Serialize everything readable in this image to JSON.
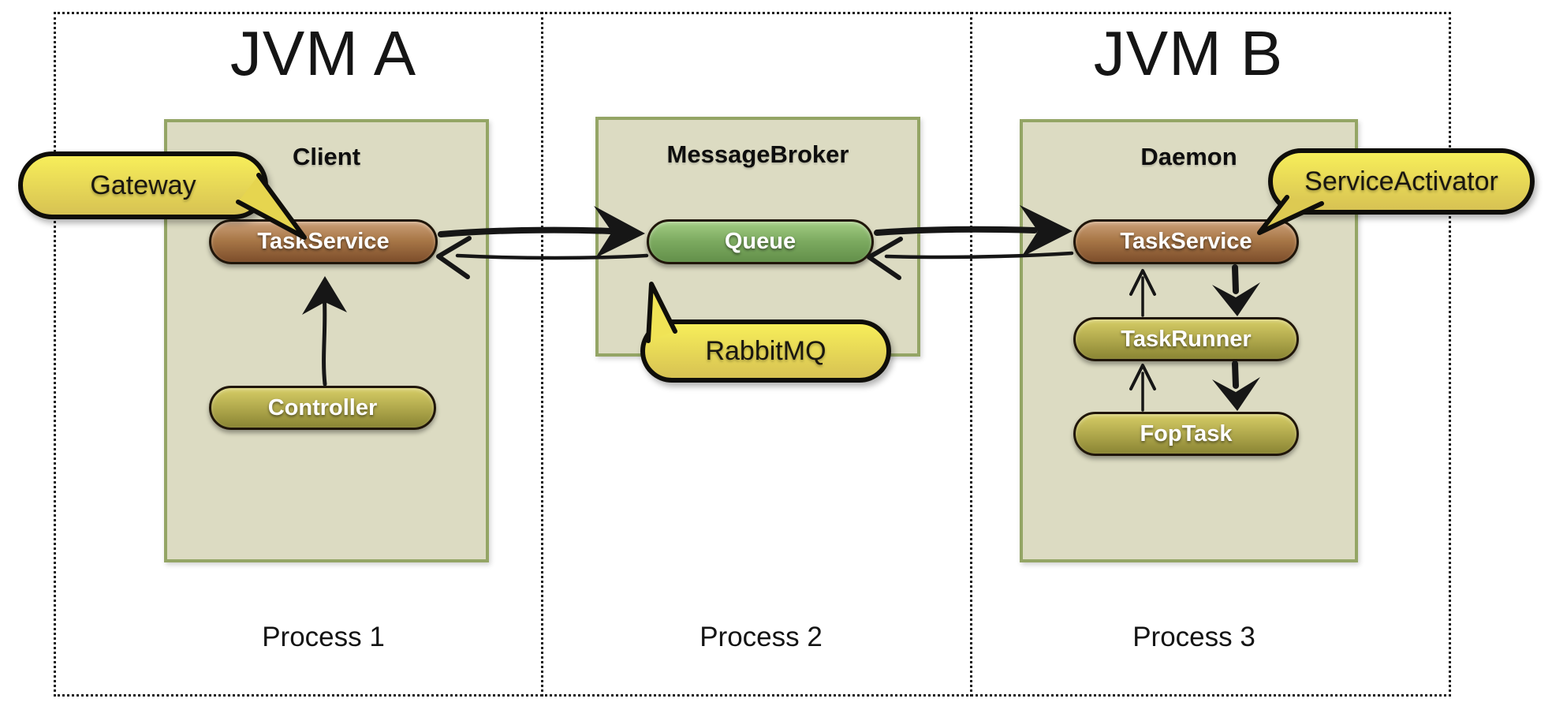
{
  "titles": {
    "jvm_a": "JVM A",
    "jvm_b": "JVM B"
  },
  "boxes": {
    "client": {
      "title": "Client"
    },
    "message_broker": {
      "title": "MessageBroker"
    },
    "daemon": {
      "title": "Daemon"
    }
  },
  "pills": {
    "task_service_a": {
      "label": "TaskService"
    },
    "controller": {
      "label": "Controller"
    },
    "queue": {
      "label": "Queue"
    },
    "task_service_b": {
      "label": "TaskService"
    },
    "task_runner": {
      "label": "TaskRunner"
    },
    "fop_task": {
      "label": "FopTask"
    }
  },
  "callouts": {
    "gateway": {
      "label": "Gateway"
    },
    "rabbitmq": {
      "label": "RabbitMQ"
    },
    "service_activator": {
      "label": "ServiceActivator"
    }
  },
  "process_labels": {
    "process1": "Process 1",
    "process2": "Process 2",
    "process3": "Process 3"
  },
  "connections": [
    {
      "from": "TaskService (Client)",
      "to": "Queue",
      "style": "thick-arrow"
    },
    {
      "from": "Queue",
      "to": "TaskService (Client)",
      "style": "thin-arrow"
    },
    {
      "from": "Queue",
      "to": "TaskService (Daemon)",
      "style": "thick-arrow"
    },
    {
      "from": "TaskService (Daemon)",
      "to": "Queue",
      "style": "thin-arrow"
    },
    {
      "from": "Controller",
      "to": "TaskService (Client)",
      "style": "up-arrow"
    },
    {
      "from": "TaskRunner",
      "to": "TaskService (Daemon)",
      "style": "up-arrow"
    },
    {
      "from": "TaskService (Daemon)",
      "to": "TaskRunner",
      "style": "down-arrow"
    },
    {
      "from": "FopTask",
      "to": "TaskRunner",
      "style": "up-arrow"
    },
    {
      "from": "TaskRunner",
      "to": "FopTask",
      "style": "down-arrow"
    }
  ],
  "colors": {
    "box_fill": "#dcdbc2",
    "box_border": "#94a565",
    "pill_brown_top": "#cb9f78",
    "pill_brown_bottom": "#7d4e2b",
    "pill_green_top": "#a2cc82",
    "pill_green_bottom": "#63904a",
    "pill_olive_top": "#d6cd66",
    "pill_olive_bottom": "#8a8534",
    "callout_top": "#f7ee5a",
    "callout_bottom": "#d7c253",
    "ink": "#161616"
  }
}
